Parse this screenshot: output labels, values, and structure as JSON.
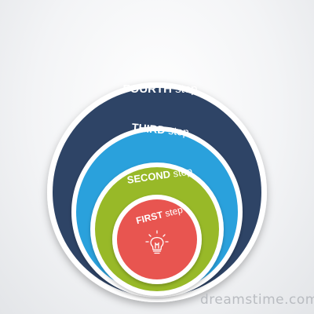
{
  "steps": [
    {
      "id": "fourth",
      "word": "FOURTH",
      "suffix": " step",
      "color": "#2e4466"
    },
    {
      "id": "third",
      "word": "THIRD",
      "suffix": " step",
      "color": "#2aa1dc"
    },
    {
      "id": "second",
      "word": "SECOND",
      "suffix": " step",
      "color": "#98b928"
    },
    {
      "id": "first",
      "word": "FIRST",
      "suffix": " step",
      "color": "#e85550"
    }
  ],
  "icons": {
    "first_step_icon": "lightbulb-icon"
  },
  "colors": {
    "background": "#f0f1f3",
    "ring_white": "#ffffff",
    "watermark": "#b9bcc1"
  },
  "watermark": "dreamstime.com"
}
